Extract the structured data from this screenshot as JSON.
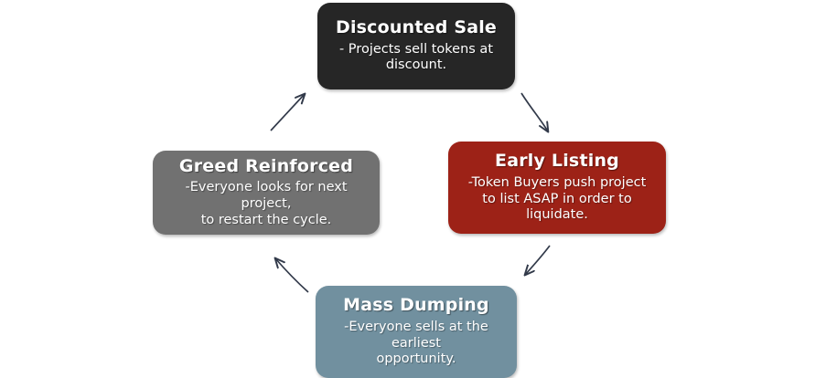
{
  "diagram": {
    "type": "cycle-diagram",
    "title": "",
    "background": "#ffffff",
    "nodes": [
      {
        "id": "discounted-sale",
        "title": "Discounted Sale",
        "desc": "- Projects sell tokens at\ndiscount.",
        "color": "#262626",
        "text_color": "#ffffff"
      },
      {
        "id": "early-listing",
        "title": "Early Listing",
        "desc": "-Token Buyers push project\nto list  ASAP in order to liquidate.",
        "color": "#9d2217",
        "text_color": "#ffffff"
      },
      {
        "id": "mass-dumping",
        "title": "Mass Dumping",
        "desc": "-Everyone sells  at the earliest\nopportunity.",
        "color": "#71909f",
        "text_color": "#ffffff"
      },
      {
        "id": "greed-reinforced",
        "title": "Greed Reinforced",
        "desc": "-Everyone looks for next project,\nto restart the cycle.",
        "color": "#717171",
        "text_color": "#ffffff"
      }
    ],
    "arrows": [
      {
        "id": "arrow-top-right",
        "from": "discounted-sale",
        "to": "early-listing",
        "direction": "down-right",
        "color": "#323a4a"
      },
      {
        "id": "arrow-bottom-right",
        "from": "early-listing",
        "to": "mass-dumping",
        "direction": "down-left",
        "color": "#323a4a"
      },
      {
        "id": "arrow-bottom-left",
        "from": "mass-dumping",
        "to": "greed-reinforced",
        "direction": "up-left",
        "color": "#323a4a"
      },
      {
        "id": "arrow-top-left",
        "from": "greed-reinforced",
        "to": "discounted-sale",
        "direction": "up-right",
        "color": "#323a4a"
      }
    ]
  }
}
